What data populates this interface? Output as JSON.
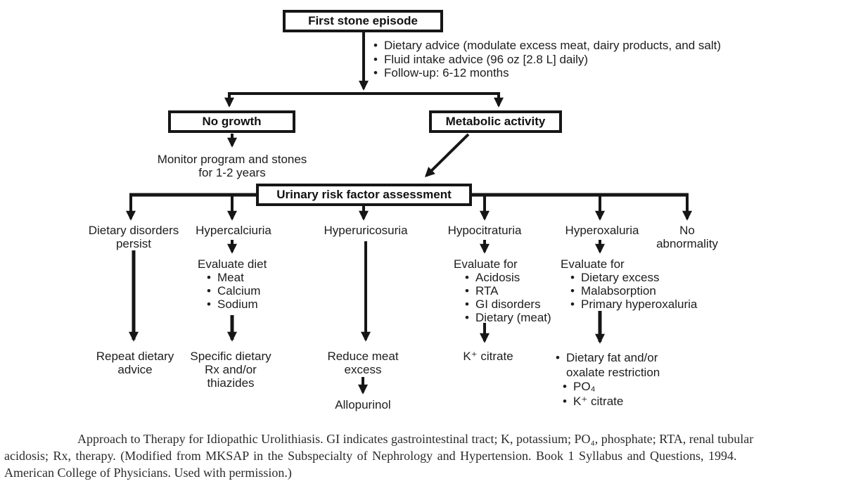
{
  "flow": {
    "first_box": "First stone episode",
    "advice": [
      "Dietary advice (modulate excess meat, dairy products, and salt)",
      "Fluid intake advice (96 oz [2.8 L] daily)",
      "Follow-up: 6-12 months"
    ],
    "no_growth_box": "No growth",
    "metabolic_box": "Metabolic activity",
    "monitor": [
      "Monitor program and stones",
      "for 1-2 years"
    ],
    "assessment_box": "Urinary risk factor assessment",
    "col1": {
      "label": [
        "Dietary disorders",
        "persist"
      ],
      "result": [
        "Repeat dietary",
        "advice"
      ]
    },
    "col2": {
      "label": "Hypercalciuria",
      "eval_title": "Evaluate diet",
      "items": [
        "Meat",
        "Calcium",
        "Sodium"
      ],
      "result": [
        "Specific dietary",
        "Rx and/or",
        "thiazides"
      ]
    },
    "col3": {
      "label": "Hyperuricosuria",
      "result": [
        "Reduce meat",
        "excess"
      ],
      "final": "Allopurinol"
    },
    "col4": {
      "label": "Hypocitraturia",
      "eval_title": "Evaluate for",
      "items": [
        "Acidosis",
        "RTA",
        "GI disorders",
        "Dietary (meat)"
      ],
      "result": "K⁺ citrate"
    },
    "col5": {
      "label": "Hyperoxaluria",
      "eval_title": "Evaluate for",
      "items": [
        "Dietary excess",
        "Malabsorption",
        "Primary hyperoxaluria"
      ],
      "result_bullet1": [
        "Dietary fat and/or",
        "oxalate restriction"
      ],
      "result_bullet2": "PO₄",
      "result_bullet3": "K⁺ citrate"
    },
    "col6": {
      "label": [
        "No",
        "abnormality"
      ]
    }
  },
  "caption": {
    "lines": [
      "Approach to Therapy for Idiopathic Urolithiasis. GI indicates gastrointestinal tract; K, potassium; PO₄, phosphate; RTA, renal tubular",
      "acidosis; Rx, therapy. (Modified from MKSAP in the Subspecialty of Nephrology and Hypertension. Book 1 Syllabus and Questions, 1994.",
      "American College of Physicians. Used with permission.)"
    ]
  },
  "colors": {
    "ink": "#1a1a1a",
    "background": "#ffffff"
  }
}
